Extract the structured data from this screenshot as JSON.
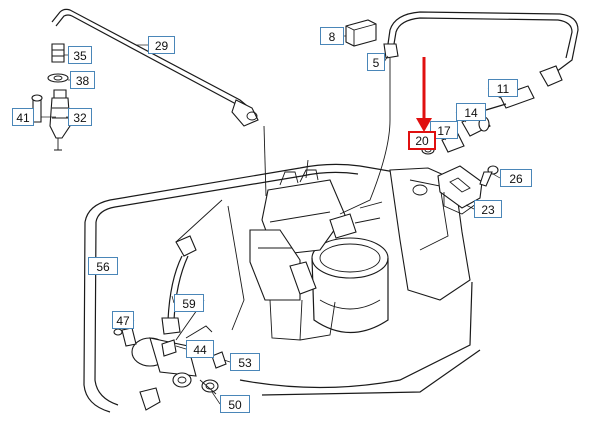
{
  "diagram": {
    "callouts": [
      {
        "id": "c29",
        "label": "29"
      },
      {
        "id": "c35",
        "label": "35"
      },
      {
        "id": "c38",
        "label": "38"
      },
      {
        "id": "c41",
        "label": "41"
      },
      {
        "id": "c32",
        "label": "32"
      },
      {
        "id": "c8",
        "label": "8"
      },
      {
        "id": "c5",
        "label": "5"
      },
      {
        "id": "c11",
        "label": "11"
      },
      {
        "id": "c14",
        "label": "14"
      },
      {
        "id": "c17",
        "label": "17"
      },
      {
        "id": "c20",
        "label": "20",
        "highlighted": true
      },
      {
        "id": "c26",
        "label": "26"
      },
      {
        "id": "c23",
        "label": "23"
      },
      {
        "id": "c56",
        "label": "56"
      },
      {
        "id": "c59",
        "label": "59"
      },
      {
        "id": "c47",
        "label": "47"
      },
      {
        "id": "c44",
        "label": "44"
      },
      {
        "id": "c53",
        "label": "53"
      },
      {
        "id": "c50",
        "label": "50"
      }
    ],
    "highlight_color": "#e01010",
    "callout_border_color": "#4a86b8"
  }
}
